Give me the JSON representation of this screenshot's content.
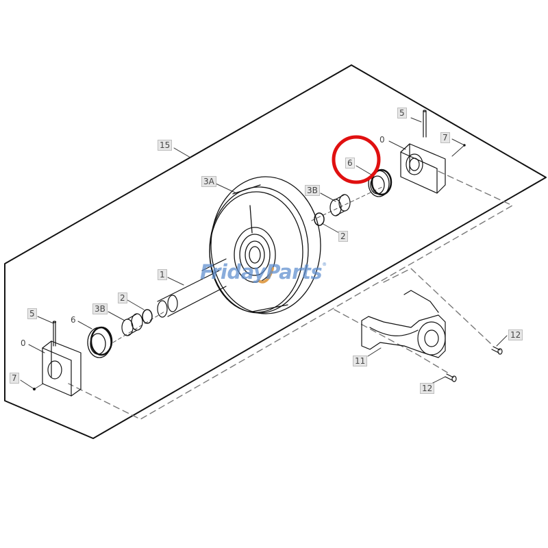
{
  "diagram": {
    "type": "exploded-parts-diagram",
    "subject": "idler wheel assembly",
    "watermark": {
      "text": "FridayParts",
      "registered_mark": "®",
      "color": "#5b8ccd",
      "accent_color": "#e0a050"
    },
    "highlight": {
      "target_label": "6",
      "shape": "circle",
      "color": "#e01010"
    },
    "callouts": [
      {
        "id": "c-15",
        "label": "15",
        "part": "assembly outline"
      },
      {
        "id": "c-3a",
        "label": "3A",
        "part": "idler wheel"
      },
      {
        "id": "c-3b-right",
        "label": "3B",
        "part": "bushing (right)"
      },
      {
        "id": "c-2-right",
        "label": "2",
        "part": "o-ring (right)"
      },
      {
        "id": "c-6-right",
        "label": "6",
        "part": "seal (right)"
      },
      {
        "id": "c-0-right",
        "label": "0",
        "part": "bearing block (right)"
      },
      {
        "id": "c-5-right",
        "label": "5",
        "part": "pin (right)"
      },
      {
        "id": "c-7-right",
        "label": "7",
        "part": "plug (right)"
      },
      {
        "id": "c-1",
        "label": "1",
        "part": "shaft"
      },
      {
        "id": "c-2-left",
        "label": "2",
        "part": "o-ring (left)"
      },
      {
        "id": "c-3b-left",
        "label": "3B",
        "part": "bushing (left)"
      },
      {
        "id": "c-6-left",
        "label": "6",
        "part": "seal (left)"
      },
      {
        "id": "c-5-left",
        "label": "5",
        "part": "pin (left)"
      },
      {
        "id": "c-0-left",
        "label": "0",
        "part": "bearing block (left)"
      },
      {
        "id": "c-7-left",
        "label": "7",
        "part": "plug (left)"
      },
      {
        "id": "c-11",
        "label": "11",
        "part": "yoke / bracket"
      },
      {
        "id": "c-12-upper",
        "label": "12",
        "part": "bolt (upper)"
      },
      {
        "id": "c-12-lower",
        "label": "12",
        "part": "bolt (lower)"
      }
    ]
  }
}
